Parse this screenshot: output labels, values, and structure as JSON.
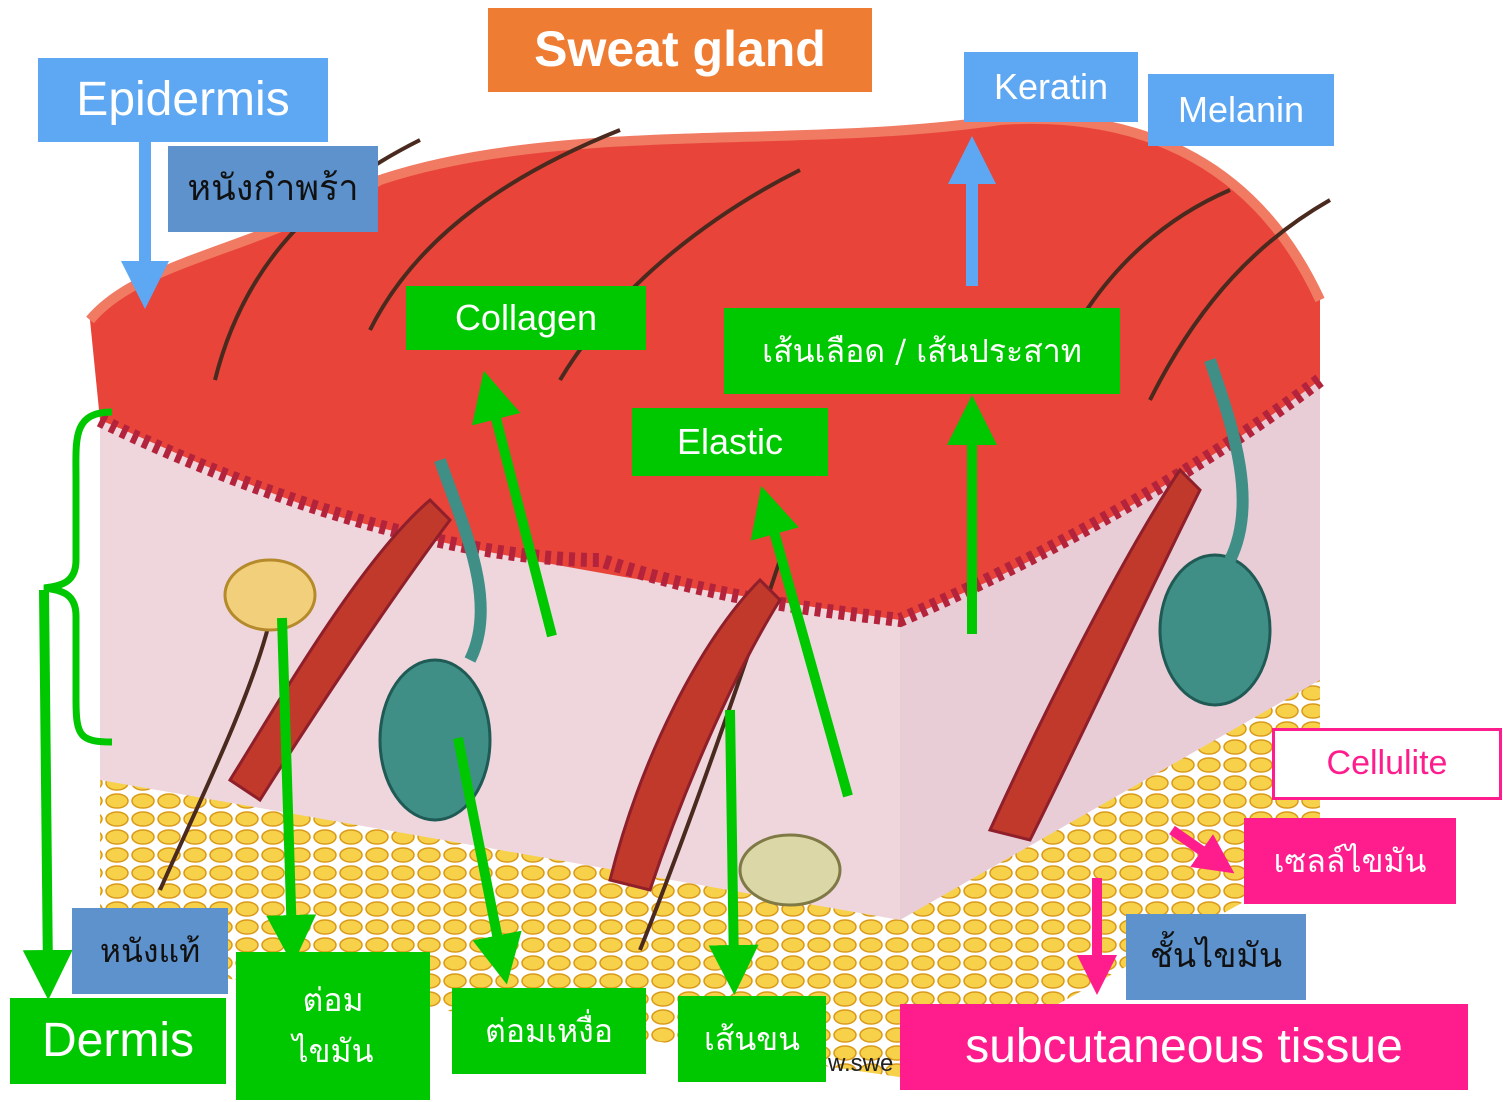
{
  "labels": {
    "sweat_gland": "Sweat gland",
    "epidermis": "Epidermis",
    "epidermis_thai": "หนังกำพร้า",
    "keratin": "Keratin",
    "melanin": "Melanin",
    "collagen": "Collagen",
    "vessels_nerves": "เส้นเลือด / เส้นประสาท",
    "elastic": "Elastic",
    "cellulite": "Cellulite",
    "fat_cell": "เซลล์ไขมัน",
    "fat_layer": "ชั้นไขมัน",
    "dermis_thai": "หนังแท้",
    "dermis": "Dermis",
    "sebaceous_line1": "ต่อม",
    "sebaceous_line2": "ไขมัน",
    "sweat_gland_thai": "ต่อมเหงื่อ",
    "hair": "เส้นขน",
    "subcutaneous": "subcutaneous tissue",
    "credit": "w.swe"
  },
  "colors": {
    "skin_surface": "#e8443a",
    "dermis": "#eed6dc",
    "fat": "#f2c230",
    "green_label": "#00c800",
    "blue_label": "#5ea8f3",
    "steel_label": "#5e92cd",
    "pink_label": "#ff1c8c",
    "orange_label": "#ee7d33"
  }
}
